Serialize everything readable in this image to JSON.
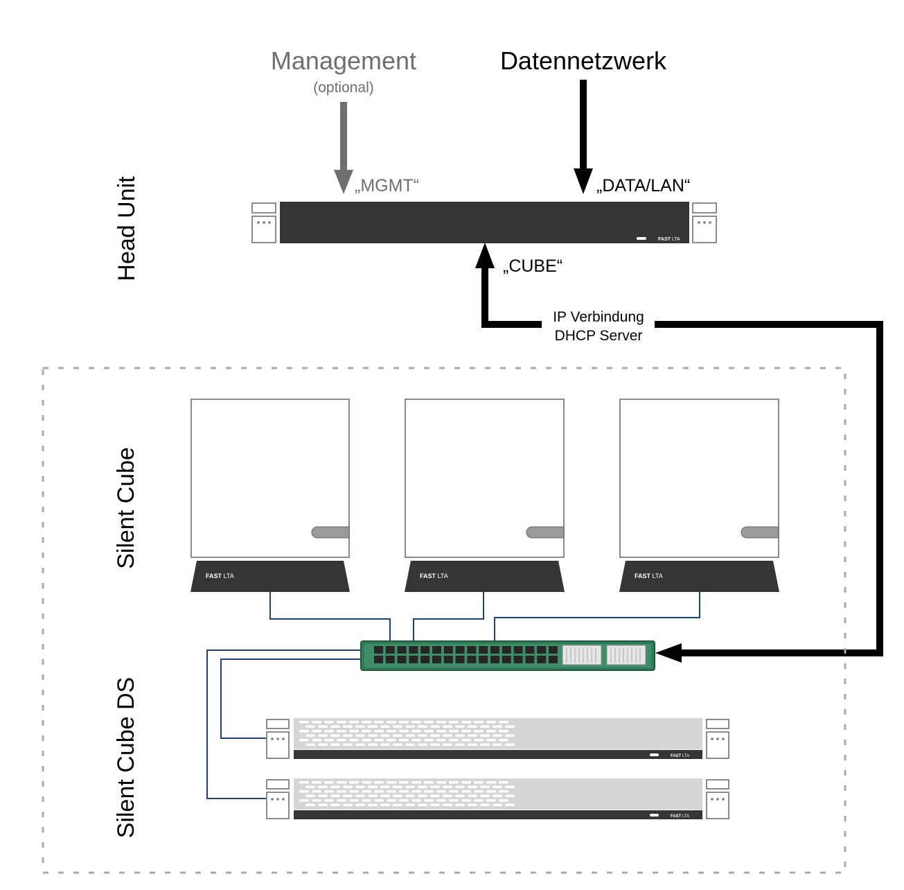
{
  "inputs": {
    "management_title": "Management",
    "management_subtitle": "(optional)",
    "data_title": "Datennetzwerk"
  },
  "ports": {
    "mgmt": "„MGMT“",
    "data_lan": "„DATA/LAN“",
    "cube": "„CUBE“"
  },
  "connection": {
    "line1": "IP Verbindung",
    "line2": "DHCP Server"
  },
  "sections": {
    "head_unit": "Head Unit",
    "silent_cube": "Silent Cube",
    "silent_cube_ds": "Silent Cube DS"
  },
  "device_logo": {
    "brand_bold": "FAST",
    "brand_light": "LTA"
  },
  "colors": {
    "management_gray": "#6f6f6f",
    "rack_dark": "#353535",
    "switch_green": "#2f7a57",
    "cable_blue": "#1f3f7a",
    "dashed_border": "#a8a8a8"
  }
}
